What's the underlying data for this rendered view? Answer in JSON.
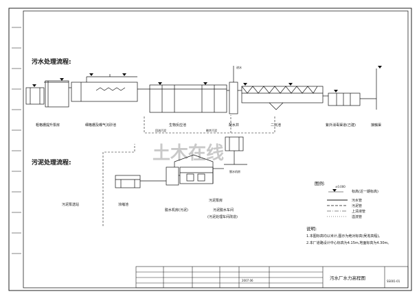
{
  "titles": {
    "sewage_process": "污水处理流程:",
    "sludge_process": "污泥处理流程:"
  },
  "units": {
    "u1": "粗格栅提升泵房",
    "u2": "细格栅及曝气沉砂池",
    "u3": "生物反应池",
    "u4": "配水井",
    "u5": "二沉池",
    "u6": "紫外消毒渠道(己建)",
    "u7": "接触渠",
    "sludge1": "浓缩池",
    "sludge2": "污泥泵送站",
    "sludge3": "污泥泵房",
    "sludge4": "脱水机房(污泥)",
    "sludge5": "污泥脱水车间",
    "sludge6": "(污泥处理车间改造)",
    "small1": "进水",
    "small2": "回流污泥",
    "small3": "剩余污泥",
    "small4": "脱水机房"
  },
  "legend": {
    "title": "图例:",
    "elevation": "标高(近一期标高)",
    "elev_mark": "±0.000",
    "items": [
      "污水管",
      "污泥管",
      "上清液管",
      "溢流管"
    ]
  },
  "notes": {
    "title": "说明:",
    "lines": [
      "1.本图标高均以米计,图示为绝对标高(吴淞高程)。",
      "2.本厂道路设计中心标高为4.15m,地面标高为4.30m。"
    ]
  },
  "title_block": {
    "drawing_title": "污水厂水力高程图",
    "date": "2007.06",
    "drawing_no": "SS001-01"
  },
  "watermark": "土木在线"
}
